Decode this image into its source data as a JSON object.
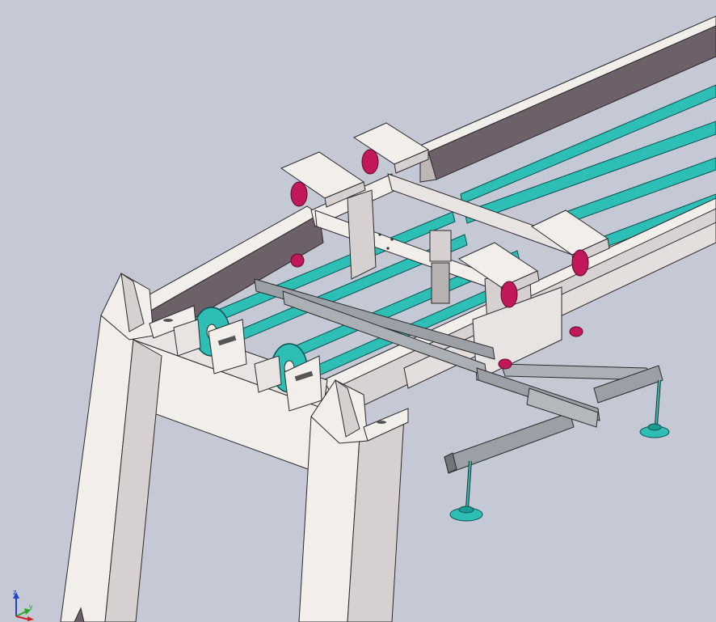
{
  "viewport": {
    "background": "#c5c9d6",
    "frame_color": "#f2efeb",
    "frame_shadow": "#6d6068",
    "frame_side": "#d6d0d0",
    "belt_color": "#2dbfb6",
    "belt_shadow": "#167f7b",
    "wheel_color": "#c2185b",
    "rail_color": "#9aa0a6"
  },
  "triad": {
    "x_label": "x",
    "y_label": "y",
    "z_label": "z",
    "x_color": "#cc2222",
    "y_color": "#22aa22",
    "z_color": "#2244cc",
    "icons": [
      "x-axis-arrow-icon",
      "y-axis-arrow-icon",
      "z-axis-arrow-icon"
    ]
  }
}
